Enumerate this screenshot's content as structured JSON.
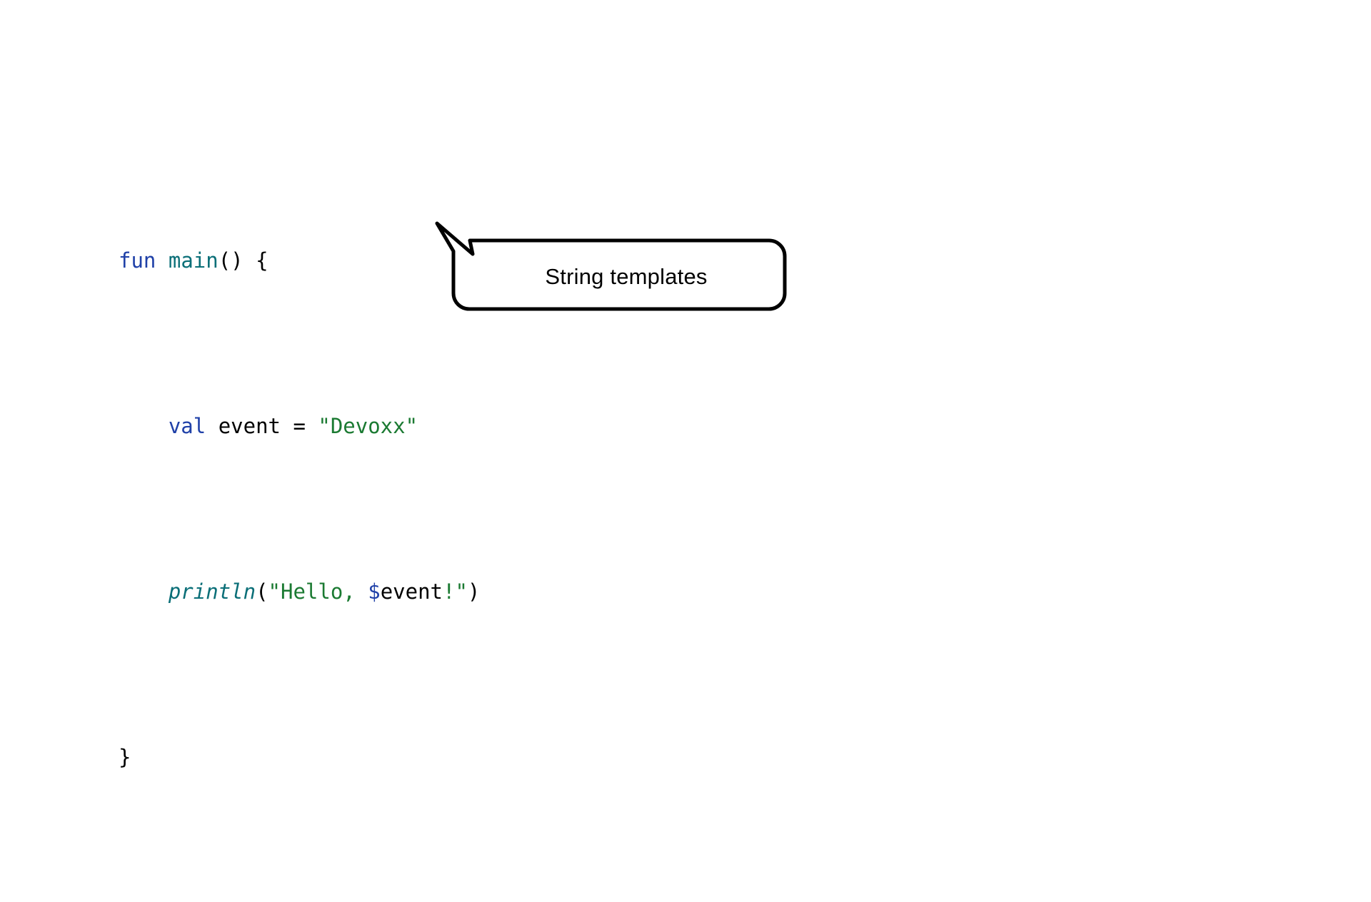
{
  "slide": {
    "background_color": "#ffffff"
  },
  "code": {
    "language": "kotlin",
    "colors": {
      "keyword": "#2041A8",
      "function_name": "#0B6F78",
      "function_call": "#0B6F78",
      "string": "#1B7A32",
      "template_marker": "#2041A8",
      "plain": "#000000"
    },
    "lines": [
      {
        "indent": "",
        "tokens": [
          {
            "text": "fun",
            "type": "keyword"
          },
          {
            "text": " ",
            "type": "plain"
          },
          {
            "text": "main",
            "type": "function_name"
          },
          {
            "text": "() {",
            "type": "plain"
          }
        ]
      },
      {
        "indent": "    ",
        "tokens": [
          {
            "text": "val",
            "type": "keyword"
          },
          {
            "text": " event = ",
            "type": "plain"
          },
          {
            "text": "\"Devoxx\"",
            "type": "string"
          }
        ]
      },
      {
        "indent": "    ",
        "tokens": [
          {
            "text": "println",
            "type": "function_call"
          },
          {
            "text": "(",
            "type": "plain"
          },
          {
            "text": "\"Hello, ",
            "type": "string"
          },
          {
            "text": "$",
            "type": "template_marker"
          },
          {
            "text": "event",
            "type": "plain"
          },
          {
            "text": "!\"",
            "type": "string"
          },
          {
            "text": ")",
            "type": "plain"
          }
        ]
      },
      {
        "indent": "",
        "tokens": [
          {
            "text": "}",
            "type": "plain"
          }
        ]
      }
    ]
  },
  "callout": {
    "text": "String templates",
    "stroke_color": "#000000",
    "fill_color": "#ffffff",
    "stroke_width": 5
  }
}
